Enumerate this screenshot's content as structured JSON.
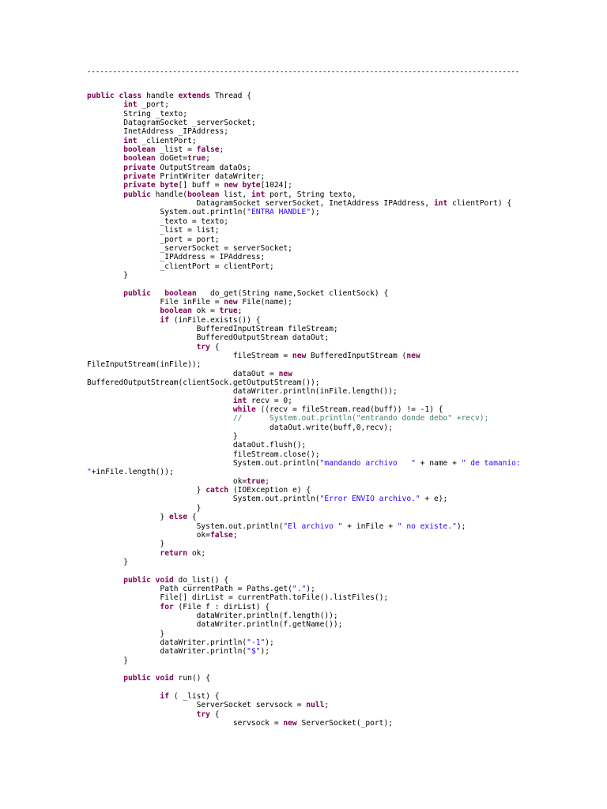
{
  "document": {
    "separator": "-------------------------------------------------------------------------------------------------------------------------------------",
    "code_lines": [
      [
        [
          "k",
          "public"
        ],
        [
          "t",
          " "
        ],
        [
          "k",
          "class"
        ],
        [
          "t",
          " handle "
        ],
        [
          "k",
          "extends"
        ],
        [
          "t",
          " Thread {"
        ]
      ],
      [
        [
          "t",
          "        "
        ],
        [
          "k",
          "int"
        ],
        [
          "t",
          " _port;"
        ]
      ],
      [
        [
          "t",
          "        String _texto;"
        ]
      ],
      [
        [
          "t",
          "        DatagramSocket _serverSocket;"
        ]
      ],
      [
        [
          "t",
          "        InetAddress _IPAddress;"
        ]
      ],
      [
        [
          "t",
          "        "
        ],
        [
          "k",
          "int"
        ],
        [
          "t",
          " _clientPort;"
        ]
      ],
      [
        [
          "t",
          "        "
        ],
        [
          "k",
          "boolean"
        ],
        [
          "t",
          " _list = "
        ],
        [
          "k",
          "false"
        ],
        [
          "t",
          ";"
        ]
      ],
      [
        [
          "t",
          "        "
        ],
        [
          "k",
          "boolean"
        ],
        [
          "t",
          " doGet="
        ],
        [
          "k",
          "true"
        ],
        [
          "t",
          ";"
        ]
      ],
      [
        [
          "t",
          "        "
        ],
        [
          "k",
          "private"
        ],
        [
          "t",
          " OutputStream dataOs;"
        ]
      ],
      [
        [
          "t",
          "        "
        ],
        [
          "k",
          "private"
        ],
        [
          "t",
          " PrintWriter dataWriter;"
        ]
      ],
      [
        [
          "t",
          "        "
        ],
        [
          "k",
          "private"
        ],
        [
          "t",
          " "
        ],
        [
          "k",
          "byte"
        ],
        [
          "t",
          "[] buff = "
        ],
        [
          "k",
          "new"
        ],
        [
          "t",
          " "
        ],
        [
          "k",
          "byte"
        ],
        [
          "t",
          "[1024];"
        ]
      ],
      [
        [
          "t",
          "        "
        ],
        [
          "k",
          "public"
        ],
        [
          "t",
          " handle("
        ],
        [
          "k",
          "boolean"
        ],
        [
          "t",
          " list, "
        ],
        [
          "k",
          "int"
        ],
        [
          "t",
          " port, String texto,"
        ]
      ],
      [
        [
          "t",
          "                        DatagramSocket serverSocket, InetAddress IPAddress, "
        ],
        [
          "k",
          "int"
        ],
        [
          "t",
          " clientPort) {"
        ]
      ],
      [
        [
          "t",
          "                System.out.println("
        ],
        [
          "s",
          "\"ENTRA HANDLE\""
        ],
        [
          "t",
          ");"
        ]
      ],
      [
        [
          "t",
          "                _texto = texto;"
        ]
      ],
      [
        [
          "t",
          "                _list = list;"
        ]
      ],
      [
        [
          "t",
          "                _port = port;"
        ]
      ],
      [
        [
          "t",
          "                _serverSocket = serverSocket;"
        ]
      ],
      [
        [
          "t",
          "                _IPAddress = IPAddress;"
        ]
      ],
      [
        [
          "t",
          "                _clientPort = clientPort;"
        ]
      ],
      [
        [
          "t",
          "        }"
        ]
      ],
      [
        [
          "t",
          ""
        ]
      ],
      [
        [
          "t",
          "        "
        ],
        [
          "k",
          "public"
        ],
        [
          "t",
          "   "
        ],
        [
          "k",
          "boolean"
        ],
        [
          "t",
          "   do_get(String name,Socket clientSock) {"
        ]
      ],
      [
        [
          "t",
          "                File inFile = "
        ],
        [
          "k",
          "new"
        ],
        [
          "t",
          " File(name);"
        ]
      ],
      [
        [
          "t",
          "                "
        ],
        [
          "k",
          "boolean"
        ],
        [
          "t",
          " ok = "
        ],
        [
          "k",
          "true"
        ],
        [
          "t",
          ";"
        ]
      ],
      [
        [
          "t",
          "                "
        ],
        [
          "k",
          "if"
        ],
        [
          "t",
          " (inFile.exists()) {"
        ]
      ],
      [
        [
          "t",
          "                        BufferedInputStream fileStream;"
        ]
      ],
      [
        [
          "t",
          "                        BufferedOutputStream dataOut;"
        ]
      ],
      [
        [
          "t",
          "                        "
        ],
        [
          "k",
          "try"
        ],
        [
          "t",
          " {"
        ]
      ],
      [
        [
          "t",
          "                                fileStream = "
        ],
        [
          "k",
          "new"
        ],
        [
          "t",
          " BufferedInputStream ("
        ],
        [
          "k",
          "new"
        ]
      ],
      [
        [
          "t",
          "FileInputStream(inFile));"
        ]
      ],
      [
        [
          "t",
          "                                dataOut = "
        ],
        [
          "k",
          "new"
        ]
      ],
      [
        [
          "t",
          "BufferedOutputStream(clientSock.getOutputStream());"
        ]
      ],
      [
        [
          "t",
          "                                dataWriter.println(inFile.length());"
        ]
      ],
      [
        [
          "t",
          "                                "
        ],
        [
          "k",
          "int"
        ],
        [
          "t",
          " recv = 0;"
        ]
      ],
      [
        [
          "t",
          "                                "
        ],
        [
          "k",
          "while"
        ],
        [
          "t",
          " ((recv = fileStream.read(buff)) != -1) {"
        ]
      ],
      [
        [
          "t",
          "                                "
        ],
        [
          "c",
          "//      System.out.println(\"entrando donde debo\" +recv);"
        ]
      ],
      [
        [
          "t",
          "                                        dataOut.write(buff,0,recv);"
        ]
      ],
      [
        [
          "t",
          "                                }"
        ]
      ],
      [
        [
          "t",
          "                                dataOut.flush();"
        ]
      ],
      [
        [
          "t",
          "                                fileStream.close();"
        ]
      ],
      [
        [
          "t",
          "                                System.out.println("
        ],
        [
          "s",
          "\"mandando archivo   \""
        ],
        [
          "t",
          " + name + "
        ],
        [
          "s",
          "\" de tamanio:"
        ]
      ],
      [
        [
          "s",
          "\""
        ],
        [
          "t",
          "+inFile.length());"
        ]
      ],
      [
        [
          "t",
          "                                ok="
        ],
        [
          "k",
          "true"
        ],
        [
          "t",
          ";"
        ]
      ],
      [
        [
          "t",
          "                        } "
        ],
        [
          "k",
          "catch"
        ],
        [
          "t",
          " (IOException e) {"
        ]
      ],
      [
        [
          "t",
          "                                System.out.println("
        ],
        [
          "s",
          "\"Error ENVIO archivo.\""
        ],
        [
          "t",
          " + e);"
        ]
      ],
      [
        [
          "t",
          "                        }"
        ]
      ],
      [
        [
          "t",
          "                } "
        ],
        [
          "k",
          "else"
        ],
        [
          "t",
          " {"
        ]
      ],
      [
        [
          "t",
          "                        System.out.println("
        ],
        [
          "s",
          "\"El archivo \""
        ],
        [
          "t",
          " + inFile + "
        ],
        [
          "s",
          "\" no existe.\""
        ],
        [
          "t",
          ");"
        ]
      ],
      [
        [
          "t",
          "                        ok="
        ],
        [
          "k",
          "false"
        ],
        [
          "t",
          ";"
        ]
      ],
      [
        [
          "t",
          "                }"
        ]
      ],
      [
        [
          "t",
          "                "
        ],
        [
          "k",
          "return"
        ],
        [
          "t",
          " ok;"
        ]
      ],
      [
        [
          "t",
          "        }"
        ]
      ],
      [
        [
          "t",
          ""
        ]
      ],
      [
        [
          "t",
          "        "
        ],
        [
          "k",
          "public"
        ],
        [
          "t",
          " "
        ],
        [
          "k",
          "void"
        ],
        [
          "t",
          " do_list() {"
        ]
      ],
      [
        [
          "t",
          "                Path currentPath = Paths.get("
        ],
        [
          "s",
          "\".\""
        ],
        [
          "t",
          ");"
        ]
      ],
      [
        [
          "t",
          "                File[] dirList = currentPath.toFile().listFiles();"
        ]
      ],
      [
        [
          "t",
          "                "
        ],
        [
          "k",
          "for"
        ],
        [
          "t",
          " (File f : dirList) {"
        ]
      ],
      [
        [
          "t",
          "                        dataWriter.println(f.length());"
        ]
      ],
      [
        [
          "t",
          "                        dataWriter.println(f.getName());"
        ]
      ],
      [
        [
          "t",
          "                }"
        ]
      ],
      [
        [
          "t",
          "                dataWriter.println("
        ],
        [
          "s",
          "\"-1\""
        ],
        [
          "t",
          ");"
        ]
      ],
      [
        [
          "t",
          "                dataWriter.println("
        ],
        [
          "s",
          "\"$\""
        ],
        [
          "t",
          ");"
        ]
      ],
      [
        [
          "t",
          "        }"
        ]
      ],
      [
        [
          "t",
          ""
        ]
      ],
      [
        [
          "t",
          "        "
        ],
        [
          "k",
          "public"
        ],
        [
          "t",
          " "
        ],
        [
          "k",
          "void"
        ],
        [
          "t",
          " run() {"
        ]
      ],
      [
        [
          "t",
          ""
        ]
      ],
      [
        [
          "t",
          "                "
        ],
        [
          "k",
          "if"
        ],
        [
          "t",
          " ( _list) {"
        ]
      ],
      [
        [
          "t",
          "                        ServerSocket servsock = "
        ],
        [
          "k",
          "null"
        ],
        [
          "t",
          ";"
        ]
      ],
      [
        [
          "t",
          "                        "
        ],
        [
          "k",
          "try"
        ],
        [
          "t",
          " {"
        ]
      ],
      [
        [
          "t",
          "                                servsock = "
        ],
        [
          "k",
          "new"
        ],
        [
          "t",
          " ServerSocket(_port);"
        ]
      ]
    ],
    "colors": {
      "keyword": "#7b0052",
      "string": "#2a00ff",
      "comment": "#3f7f5f",
      "text": "#000000"
    }
  }
}
